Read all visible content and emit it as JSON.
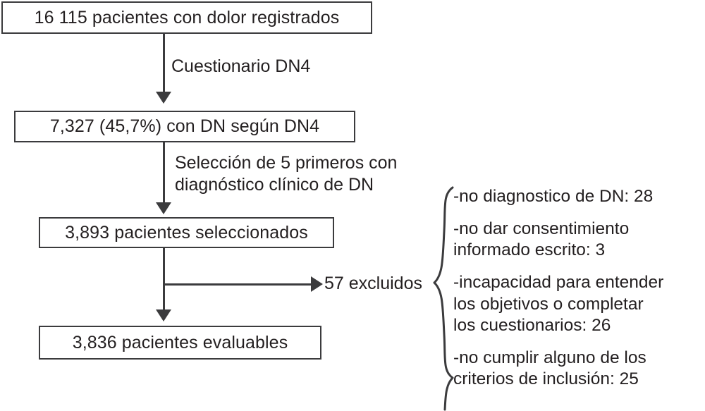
{
  "diagram": {
    "type": "patient-flow-chart",
    "language": "es",
    "colors": {
      "stroke": "#3b3b3d",
      "text": "#231f20",
      "background": "#ffffff"
    },
    "nodes": [
      {
        "id": "registered",
        "label": "16 115 pacientes con dolor registrados"
      },
      {
        "id": "dn4",
        "label": "7,327 (45,7%) con DN según DN4"
      },
      {
        "id": "selected",
        "label": "3,893 pacientes seleccionados"
      },
      {
        "id": "evaluable",
        "label": "3,836 pacientes evaluables"
      }
    ],
    "edge_labels": {
      "questionnaire": "Cuestionario DN4",
      "selection": "Selección de 5 primeros con\ndiagnóstico clínico de DN",
      "excluded": "57 excluidos"
    },
    "exclusions": [
      {
        "reason": "-no diagnostico de DN: 28"
      },
      {
        "reason": "-no dar consentimiento\ninformado escrito: 3"
      },
      {
        "reason": "-incapacidad para entender\nlos objetivos o completar\nlos cuestionarios: 26"
      },
      {
        "reason": "-no cumplir alguno de los\ncriterios de inclusión: 25"
      }
    ]
  }
}
